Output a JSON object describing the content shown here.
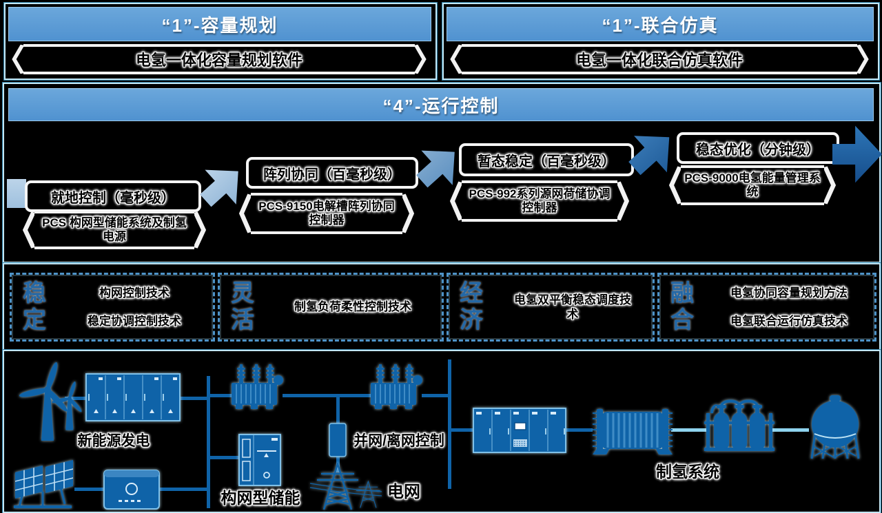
{
  "colors": {
    "header_blue": "#5b9bd5",
    "icon_blue": "#0f63a8",
    "pipe_cyan": "#8ed3ee",
    "keyword_blue": "#2468a6"
  },
  "planning_box": {
    "title": "“1”-容量规划",
    "banner": "电氢一体化容量规划软件"
  },
  "simulation_box": {
    "title": "“1”-联合仿真",
    "banner": "电氢一体化联合仿真软件"
  },
  "control_section": {
    "title": "“4”-运行控制",
    "steps": [
      {
        "label": "就地控制（毫秒级）",
        "product": "PCS 构网型储能系统及制氢电源"
      },
      {
        "label": "阵列协同（百毫秒级）",
        "product": "PCS-9150电解槽阵列协同控制器"
      },
      {
        "label": "暂态稳定（百毫秒级）",
        "product": "PCS-992系列源网荷储协调控制器"
      },
      {
        "label": "稳态优化（分钟级）",
        "product": "PCS-9000电氢能量管理系统"
      }
    ]
  },
  "tech_section": {
    "groups": [
      {
        "keyword": "稳定",
        "items": [
          "构网控制技术",
          "稳定协调控制技术"
        ]
      },
      {
        "keyword": "灵活",
        "items": [
          "制氢负荷柔性控制技术"
        ]
      },
      {
        "keyword": "经济",
        "items": [
          "电氢双平衡稳态调度技术"
        ]
      },
      {
        "keyword": "融合",
        "items": [
          "电氢协同容量规划方法",
          "电氢联合运行仿真技术"
        ]
      }
    ]
  },
  "diagram": {
    "labels": {
      "renewable": "新能源发电",
      "storage": "构网型储能",
      "grid_control": "并网/离网控制",
      "grid": "电网",
      "hydrogen_system": "制氢系统"
    },
    "icons": [
      "wind-turbine",
      "pcs-battery-containers",
      "solar-panels",
      "inverter",
      "transformer",
      "grid-breaker",
      "transmission-towers",
      "grid-forming-storage-cabinet",
      "rectifier-cabinets",
      "electrolyzer",
      "gas-purification-vessels",
      "hydrogen-sphere-tank"
    ]
  }
}
